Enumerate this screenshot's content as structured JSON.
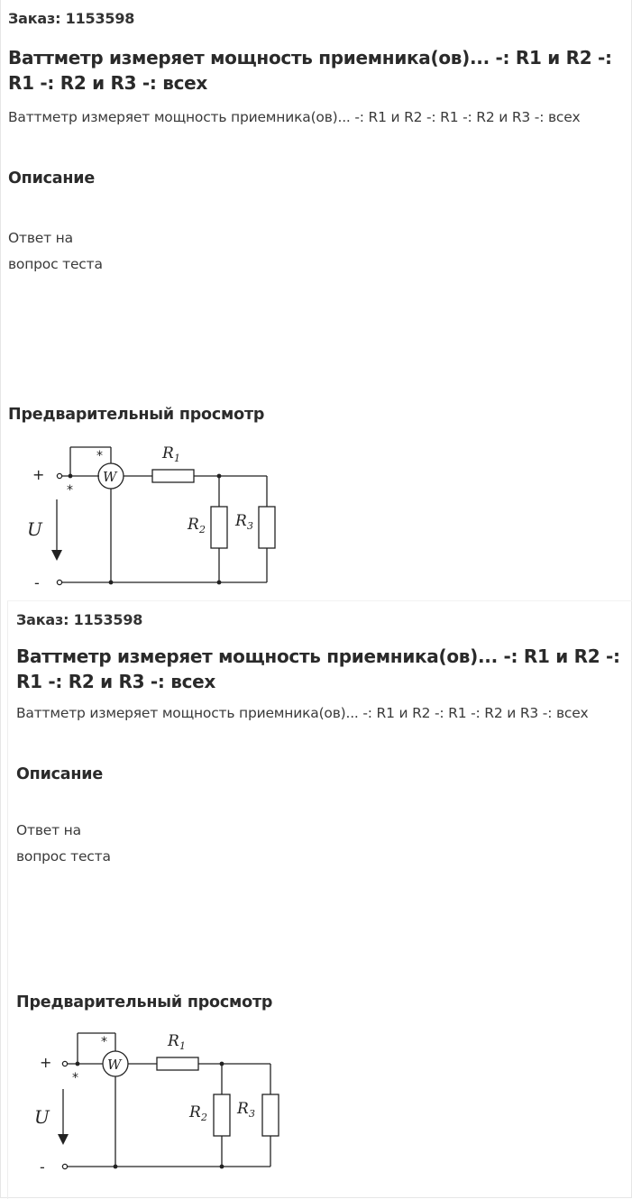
{
  "cards": [
    {
      "order": "Заказ: 1153598",
      "title": "Ваттметр измеряет мощность приемника(ов)... -: R1 и R2 -: R1 -: R2 и R3 -: всех",
      "subtitle": "Ваттметр измеряет мощность приемника(ов)... -: R1 и R2 -: R1 -: R2 и R3 -: всех",
      "description_heading": "Описание",
      "description_text": "Ответ на вопрос теста",
      "preview_heading": "Предварительный просмотр"
    },
    {
      "order": "Заказ: 1153598",
      "title": "Ваттметр измеряет мощность приемника(ов)... -: R1 и R2 -: R1 -: R2 и R3 -: всех",
      "subtitle": "Ваттметр измеряет мощность приемника(ов)... -: R1 и R2 -: R1 -: R2 и R3 -: всех",
      "description_heading": "Описание",
      "description_text": "Ответ на вопрос теста",
      "preview_heading": "Предварительный просмотр"
    }
  ],
  "circuit": {
    "plus": "+",
    "minus": "-",
    "voltage": "U",
    "wattmeter": "W",
    "star": "*",
    "r1": "R",
    "r1_sub": "1",
    "r2": "R",
    "r2_sub": "2",
    "r3": "R",
    "r3_sub": "3"
  },
  "colors": {
    "text": "#2b2b2b",
    "wire": "#222222",
    "frame": "#e6e6e6"
  }
}
